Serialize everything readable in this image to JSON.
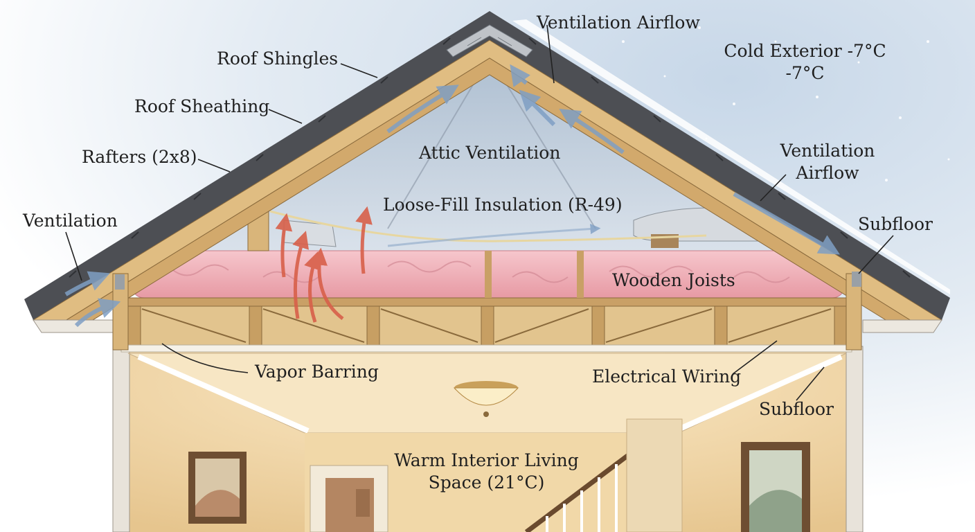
{
  "labels": {
    "ventilation_airflow_top": "Ventilation Airflow",
    "cold_exterior_line1": "Cold Exterior -7°C",
    "cold_exterior_line2": "-7°C",
    "roof_shingles": "Roof Shingles",
    "roof_sheathing": "Roof Sheathing",
    "rafters": "Rafters (2x8)",
    "attic_ventilation": "Attic Ventilation",
    "ventilation_airflow_right_line1": "Ventilation",
    "ventilation_airflow_right_line2": "Airflow",
    "loose_fill": "Loose-Fill Insulation (R-49)",
    "ventilation_left": "Ventilation",
    "subfloor_right": "Subfloor",
    "wooden_joists": "Wooden Joists",
    "vapor_barring": "Vapor Barring",
    "electrical_wiring": "Electrical Wiring",
    "subfloor_lower": "Subfloor",
    "warm_interior_line1": "Warm Interior Living",
    "warm_interior_line2": "Space (21°C)"
  },
  "colors": {
    "sky_cold": "#d8e4ef",
    "shingle": "#4d4f54",
    "wood": "#d9b57a",
    "wood_dark": "#8a6a3c",
    "attic_air": "#c9d6e3",
    "insulation": "#f1b6bc",
    "interior_warm": "#f4dcb0",
    "heat_arrow": "#d8604a",
    "cool_arrow": "#7f9fc4",
    "leader_line": "#222222"
  },
  "icons": [
    "ceiling-light-icon",
    "heat-arrow-icon",
    "airflow-arrow-icon",
    "roof-vent-icon",
    "duct-icon",
    "picture-frame-icon",
    "staircase-icon",
    "door-icon"
  ]
}
